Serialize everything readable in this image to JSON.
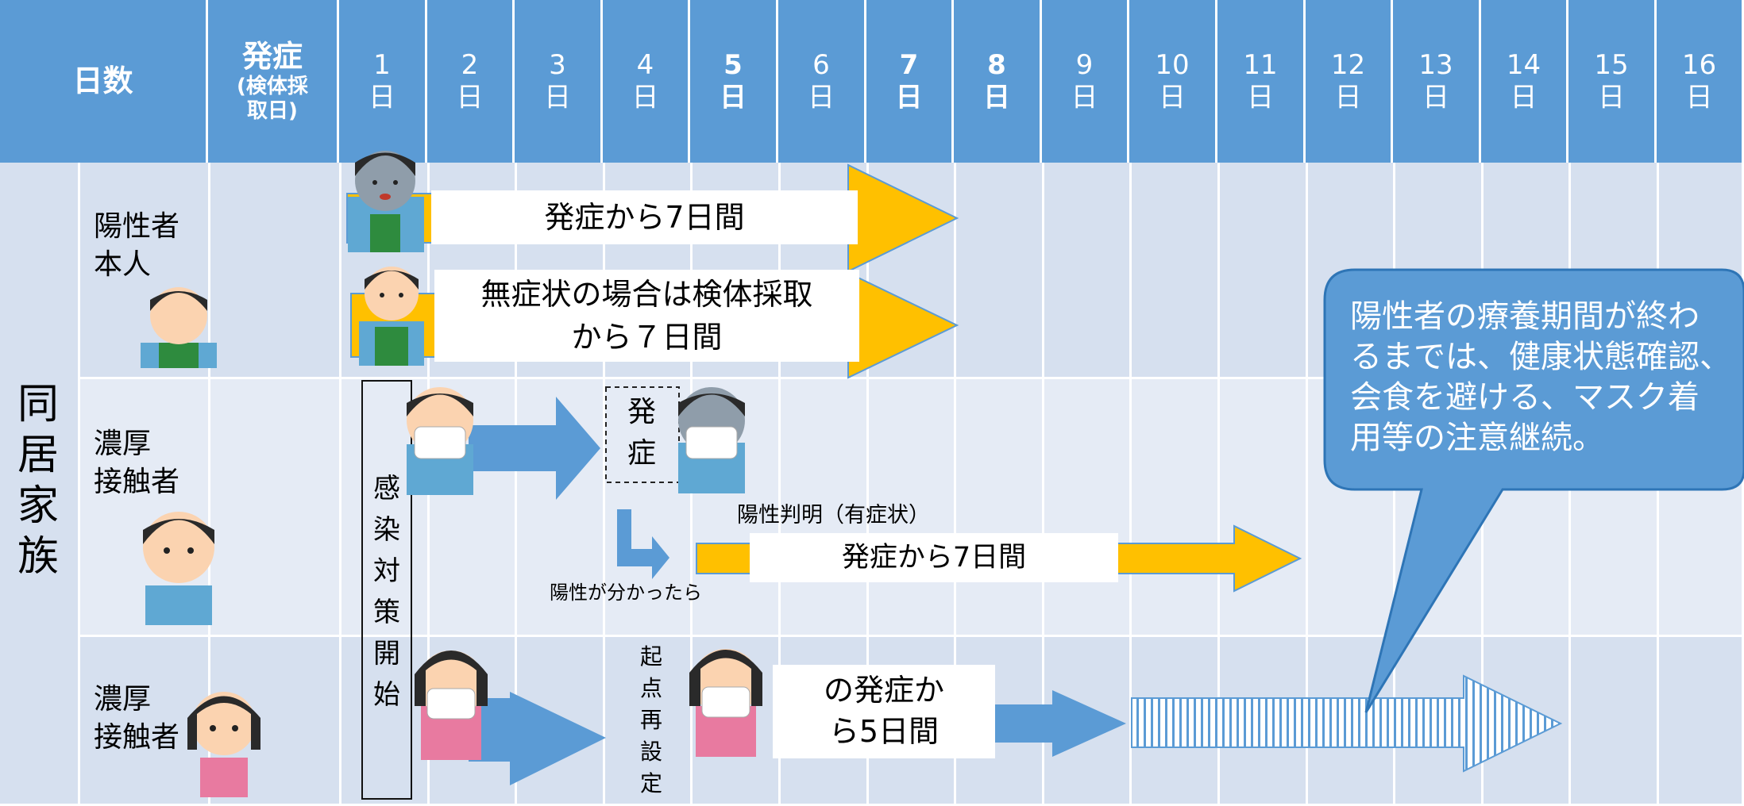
{
  "header": {
    "days_label": "日数",
    "onset_main": "発症",
    "onset_sub_1": "(検体採",
    "onset_sub_2": "取日)",
    "day_unit": "日",
    "day_numbers": [
      "1",
      "2",
      "3",
      "4",
      "5",
      "6",
      "7",
      "8",
      "9",
      "10",
      "11",
      "12",
      "13",
      "14",
      "15",
      "16"
    ]
  },
  "rows": {
    "family_label": [
      "同",
      "居",
      "家",
      "族"
    ],
    "positive_self_1": "陽性者",
    "positive_self_2": "本人",
    "contact_a_1": "濃厚",
    "contact_a_2": "接触者",
    "contact_b_1": "濃厚",
    "contact_b_2": "接触者"
  },
  "arrows": {
    "symptomatic": "発症から7日間",
    "asymptomatic_1": "無症状の場合は検体採取",
    "asymptomatic_2": "から７日間",
    "onset_1": "発",
    "onset_2": "症",
    "found_positive": "陽性判明（有症状）",
    "contact_onset_7days": "発症から7日間",
    "if_positive": "陽性が分かったら",
    "restart_5days_1": "の発症か",
    "restart_5days_2": "ら5日間"
  },
  "vertical_labels": {
    "infection_control_start": [
      "感",
      "染",
      "対",
      "策",
      "開",
      "始"
    ],
    "reset_start_point": [
      "起",
      "点",
      "再",
      "設",
      "定"
    ]
  },
  "callout": {
    "text_lines": [
      "陽性者の療養期間が終わ",
      "るまでは、健康状態確認、",
      "会食を避ける、マスク着",
      "用等の注意継続。"
    ]
  },
  "colors": {
    "header_blue": "#5b9bd5",
    "row_light": "#d6e0ef",
    "row_lighter": "#e5ebf5",
    "arrow_yellow": "#ffc000",
    "arrow_blue": "#5b9bd5",
    "callout_blue": "#5b9bd5"
  },
  "icons": [
    "sick-person-icon",
    "person-icon",
    "masked-person-icon",
    "woman-icon",
    "masked-woman-icon"
  ]
}
